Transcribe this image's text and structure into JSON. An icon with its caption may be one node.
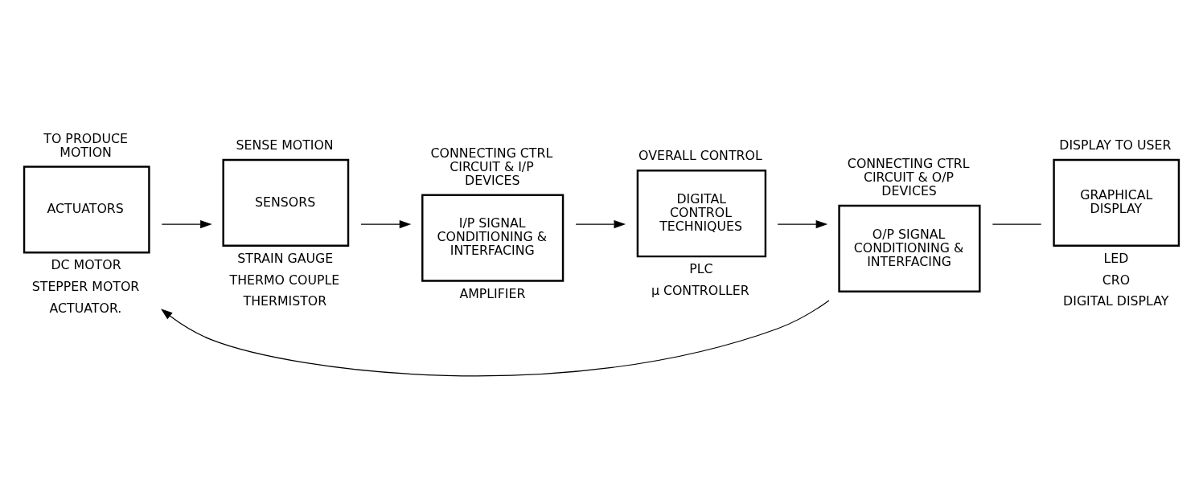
{
  "diagram": {
    "nodes": [
      {
        "text": [
          "ACTUATORS"
        ],
        "beside": [
          "TO PRODUCE MOTION",
          "DC MOTOR",
          "STEPPER MOTOR",
          "ACTUATOR."
        ]
      },
      {
        "text": [
          "SENSORS"
        ],
        "beside": [
          "SENSE MOTION",
          "STRAIN GAUGE",
          "THERMO COUPLE",
          "THERMISTOR"
        ]
      },
      {
        "text": [
          "I/P SIGNAL CONDITIONING & INTERFACING"
        ],
        "beside": [
          "CONNECTING CTRL CIRCUIT & I/P DEVICES",
          "AMPLIFIER"
        ]
      },
      {
        "text": [
          "DIGITAL CONTROL TECHNIQUES"
        ],
        "beside": [
          "OVERALL CONTROL",
          "PLC",
          "μ CONTROLLER"
        ]
      },
      {
        "text": [
          "O/P SIGNAL CONDITIONING & INTERFACING"
        ],
        "beside": [
          "CONNECTING CTRL CIRCUIT & O/P DEVICES"
        ]
      },
      {
        "text": [
          "GRAPHICAL DISPLAY"
        ],
        "beside": [
          "DISPLAY TO USER",
          "LED",
          "CRO",
          "DIGITAL DISPLAY"
        ]
      }
    ],
    "edges": [
      {
        "from": 0,
        "to": 1,
        "arrow": "to"
      },
      {
        "from": 1,
        "to": 2,
        "arrow": "to"
      },
      {
        "from": 2,
        "to": 3,
        "arrow": "to"
      },
      {
        "from": 3,
        "to": 4,
        "arrow": "to"
      },
      {
        "from": 4,
        "to": 5,
        "arrow": "none"
      },
      {
        "from": 4,
        "to": 0,
        "arrow": "to"
      }
    ]
  }
}
